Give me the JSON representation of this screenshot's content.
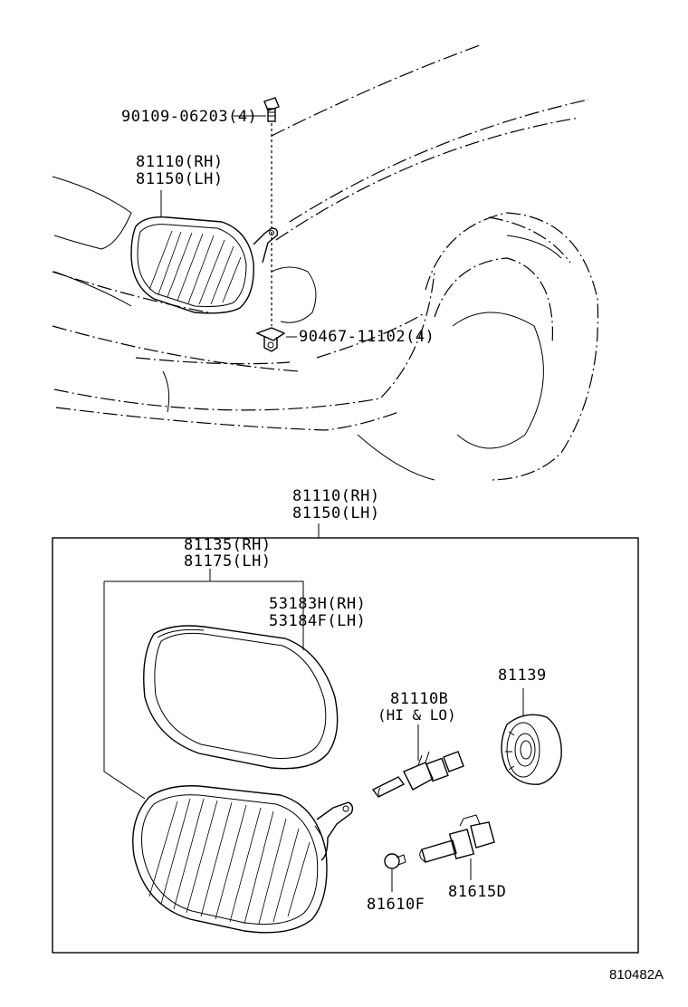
{
  "labels": {
    "bolt": "90109-06203(4)",
    "lamp_top_rh": "81110(RH)",
    "lamp_top_lh": "81150(LH)",
    "nut": "90467-11102(4)",
    "assy_rh": "81110(RH)",
    "assy_lh": "81150(LH)",
    "lens_rh": "81135(RH)",
    "lens_lh": "81175(LH)",
    "gasket_rh": "53183H(RH)",
    "gasket_lh": "53184F(LH)",
    "socket": "81139",
    "bulb_main": "81110B",
    "bulb_main_note": "(HI & LO)",
    "bulb_small": "81610F",
    "bulb_socket": "81615D",
    "drawing_ref": "810482A"
  }
}
